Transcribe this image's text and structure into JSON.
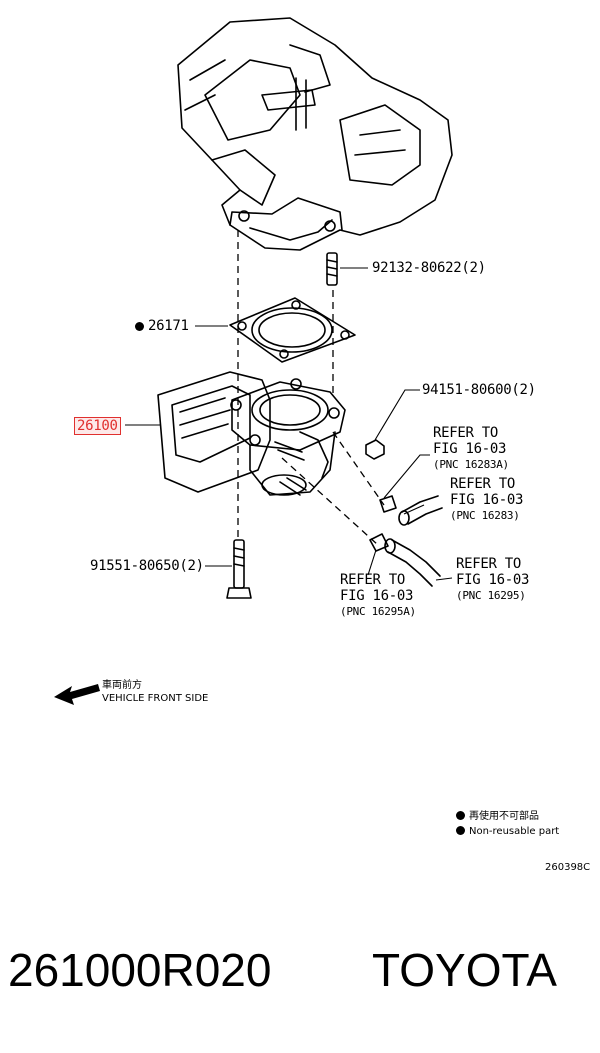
{
  "parts": {
    "p92132": "92132-80622(2)",
    "p26171": "26171",
    "p94151": "94151-80600(2)",
    "p26100": "26100",
    "p91551": "91551-80650(2)"
  },
  "refs": [
    {
      "line1": "REFER TO",
      "line2": "FIG 16-03",
      "pnc": "(PNC 16283A)"
    },
    {
      "line1": "REFER TO",
      "line2": "FIG 16-03",
      "pnc": "(PNC 16283)"
    },
    {
      "line1": "REFER TO",
      "line2": "FIG 16-03",
      "pnc": "(PNC 16295)"
    },
    {
      "line1": "REFER TO",
      "line2": "FIG 16-03",
      "pnc": "(PNC 16295A)"
    }
  ],
  "direction": {
    "jp": "車両前方",
    "en": "VEHICLE FRONT SIDE"
  },
  "legend": {
    "jp": "再使用不可部品",
    "en": "Non-reusable part"
  },
  "figure_code": "260398C",
  "footer": {
    "part_number": "261000R020",
    "brand": "TOYOTA"
  },
  "colors": {
    "highlight": "#e0302e"
  }
}
